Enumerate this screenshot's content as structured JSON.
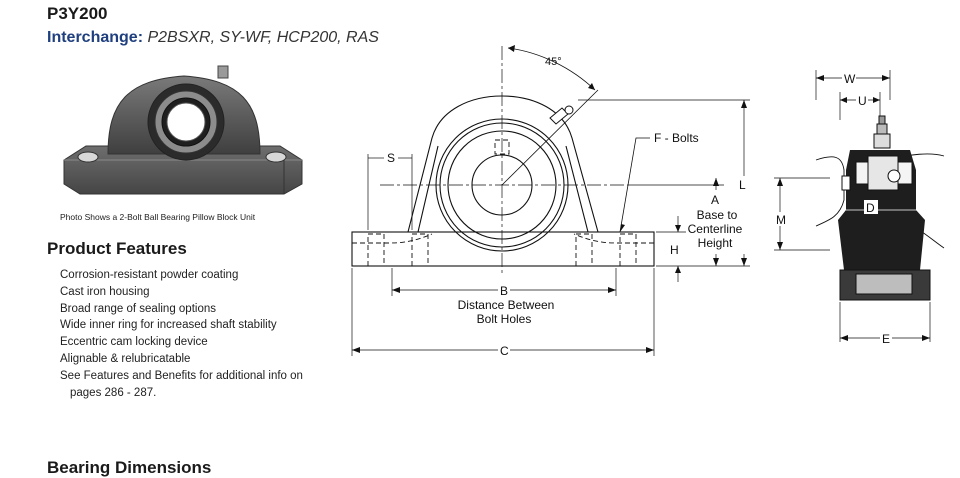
{
  "product": {
    "part_number": "P3Y200",
    "interchange_label": "Interchange:",
    "interchange_value": "P2BSXR, SY-WF, HCP200, RAS"
  },
  "photo": {
    "caption": "Photo Shows a 2-Bolt Ball Bearing Pillow Block Unit"
  },
  "features": {
    "heading": "Product Features",
    "items": [
      "Corrosion-resistant powder coating",
      "Cast iron housing",
      "Broad range of sealing options",
      "Wide inner ring for increased shaft stability",
      "Eccentric cam locking device",
      "Alignable & relubricatable",
      "See Features and Benefits for additional info on",
      "pages 286 - 287."
    ]
  },
  "drawing": {
    "angle": "45°",
    "bolts": "F - Bolts",
    "s": "S",
    "l": "L",
    "a": "A",
    "a_desc_1": "Base to",
    "a_desc_2": "Centerline",
    "a_desc_3": "Height",
    "h": "H",
    "b": "B",
    "b_desc_1": "Distance Between",
    "b_desc_2": "Bolt Holes",
    "c": "C"
  },
  "side_view": {
    "w": "W",
    "u": "U",
    "d": "D",
    "m": "M",
    "e": "E"
  },
  "dimensions": {
    "heading": "Bearing Dimensions"
  }
}
